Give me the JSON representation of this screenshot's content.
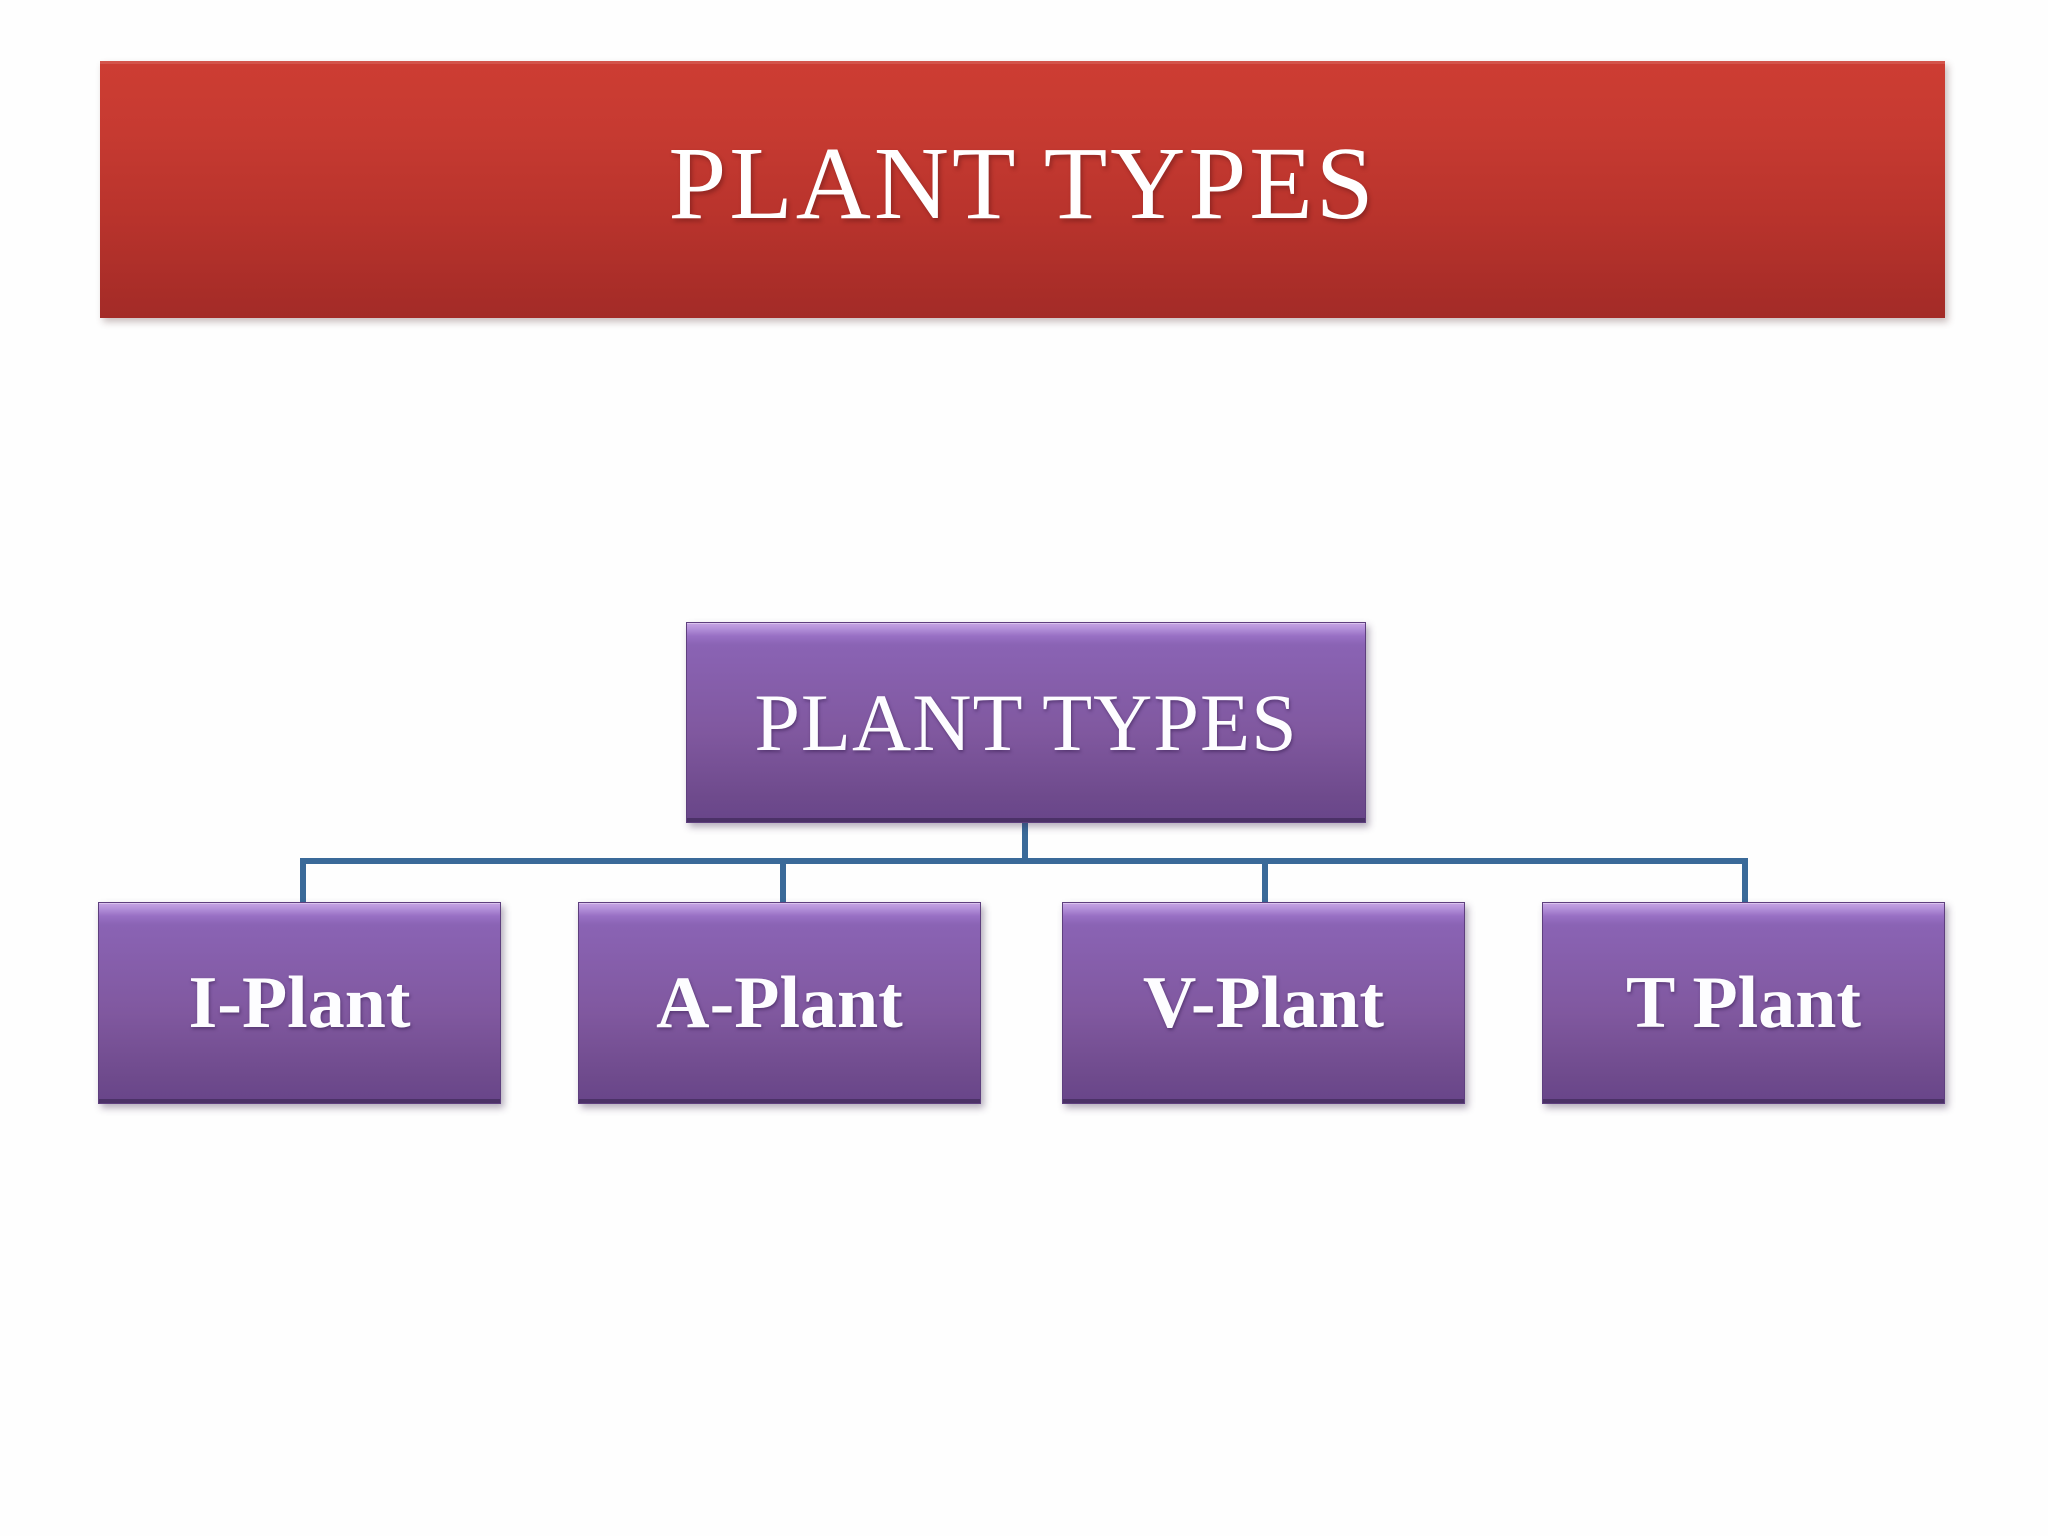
{
  "slide": {
    "background_color": "#FFFFFF",
    "banner": {
      "title": "PLANT TYPES",
      "color_top": "#CD3D33",
      "color_bottom": "#A32B27",
      "text_color": "#FFFFFF"
    }
  },
  "diagram": {
    "type": "org-chart",
    "node_color_top": "#C7A4E4",
    "node_color_bottom": "#68458A",
    "node_border_color": "#5E3F7E",
    "connector_color": "#3A6A99",
    "root": {
      "label": "PLANT TYPES"
    },
    "children": [
      {
        "label": "I-Plant"
      },
      {
        "label": "A-Plant"
      },
      {
        "label": "V-Plant"
      },
      {
        "label": "T Plant"
      }
    ]
  }
}
